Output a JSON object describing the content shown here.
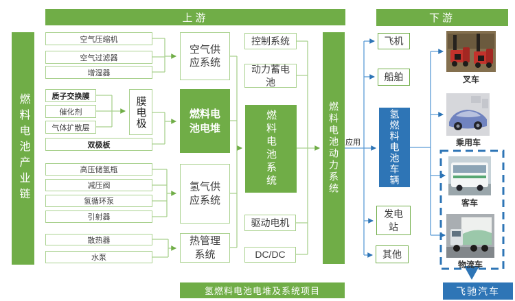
{
  "colors": {
    "green": "#70AD47",
    "light_green_border": "#A9D18E",
    "blue": "#2E75B6",
    "light_blue_line": "#5B9BD5"
  },
  "left_bar": {
    "label": "燃料电池产业链"
  },
  "headers": {
    "upstream": "上游",
    "downstream": "下游"
  },
  "upstream": {
    "air_parts": [
      "空气压缩机",
      "空气过滤器",
      "增湿器"
    ],
    "mea_parts": [
      "质子交换膜",
      "催化剂",
      "气体扩散层"
    ],
    "mea": "膜电极",
    "bipolar": "双极板",
    "h2_parts": [
      "高压储氢瓶",
      "减压阀",
      "氢循环泵",
      "引射器"
    ],
    "thermal_parts": [
      "散热器",
      "水泵"
    ],
    "air_supply": "空气供应系统",
    "stack": "燃料电池电堆",
    "h2_supply": "氢气供应系统",
    "thermal": "热管理系统",
    "control": "控制系统",
    "battery": "动力蓄电池",
    "fc_system": "燃料电池系统",
    "motor": "驱动电机",
    "dcdc": "DC/DC",
    "power_system": "燃料电池动力系统",
    "project": "氢燃料电池电堆及系统项目"
  },
  "downstream": {
    "apply_label": "应用",
    "aircraft": "飞机",
    "ship": "船舶",
    "fc_vehicle": "氢燃料电池车辆",
    "power_station": "发电站",
    "other": "其他",
    "vehicles": [
      {
        "label": "叉车",
        "icon": "forklift-photo"
      },
      {
        "label": "乘用车",
        "icon": "sedan-photo"
      },
      {
        "label": "客车",
        "icon": "bus-photo"
      },
      {
        "label": "物流车",
        "icon": "logistics-truck-photo"
      }
    ],
    "company": "飞驰汽车"
  }
}
